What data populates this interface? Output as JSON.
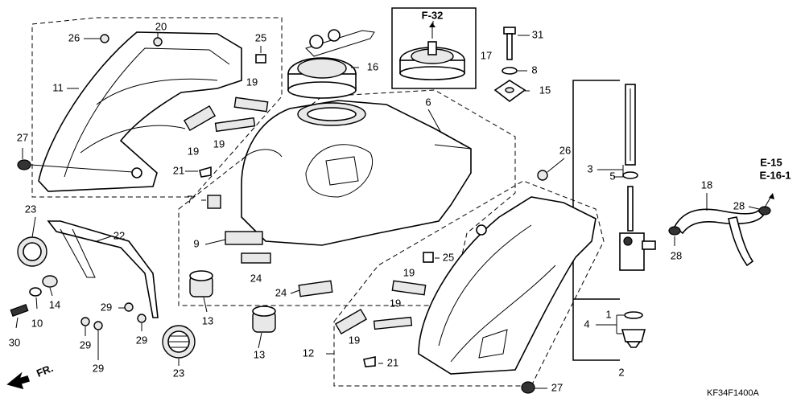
{
  "diagram_code": "KF34F1400A",
  "fr_label": "FR.",
  "refs": {
    "f32": "F-32",
    "e15": "E-15",
    "e161": "E-16-1"
  },
  "labels": {
    "p1": "1",
    "p2": "2",
    "p3": "3",
    "p4": "4",
    "p5": "5",
    "p6": "6",
    "p7": "7",
    "p8": "8",
    "p9": "9",
    "p10": "10",
    "p11": "11",
    "p12": "12",
    "p13a": "13",
    "p13b": "13",
    "p14": "14",
    "p15": "15",
    "p16": "16",
    "p17": "17",
    "p18": "18",
    "p19a": "19",
    "p19b": "19",
    "p19c": "19",
    "p19d": "19",
    "p19e": "19",
    "p20": "20",
    "p21a": "21",
    "p21b": "21",
    "p22": "22",
    "p23a": "23",
    "p23b": "23",
    "p24a": "24",
    "p24b": "24",
    "p25a": "25",
    "p25b": "25",
    "p26a": "26",
    "p26b": "26",
    "p27a": "27",
    "p27b": "27",
    "p28a": "28",
    "p28b": "28",
    "p29a": "29",
    "p29b": "29",
    "p29c": "29",
    "p29d": "29",
    "p30": "30",
    "p31": "31"
  }
}
